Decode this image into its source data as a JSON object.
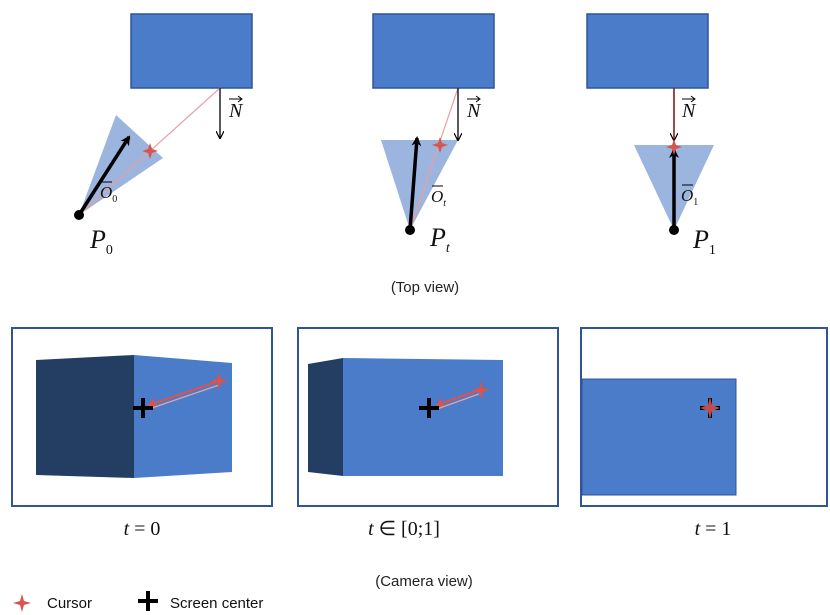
{
  "colors": {
    "box_fill": "#4a7cc9",
    "box_stroke": "#2f5597",
    "cone_fill": "#9bb5de",
    "cursor": "#d9534f",
    "dark_face": "#243d63",
    "frame_stroke": "#2f5597",
    "arrow": "#000000"
  },
  "top_view": {
    "caption": "(Top view)",
    "normal_label": "N",
    "panels": [
      {
        "position_label": "P",
        "position_sub": "0",
        "orientation_label": "O",
        "orientation_sub": "0"
      },
      {
        "position_label": "P",
        "position_sub": "t",
        "orientation_label": "O",
        "orientation_sub": "t"
      },
      {
        "position_label": "P",
        "position_sub": "1",
        "orientation_label": "O",
        "orientation_sub": "1"
      }
    ]
  },
  "camera_view": {
    "caption": "(Camera view)",
    "panels": [
      {
        "label_var": "t",
        "label_rel": " = ",
        "label_val": "0"
      },
      {
        "label_var": "t",
        "label_rel": " ∈ ",
        "label_val": "[0;1]"
      },
      {
        "label_var": "t",
        "label_rel": " = ",
        "label_val": "1"
      }
    ]
  },
  "legend": {
    "cursor_label": "Cursor",
    "center_label": "Screen center",
    "cursor_icon": "red-four-point-star-icon",
    "center_icon": "black-plus-icon"
  }
}
